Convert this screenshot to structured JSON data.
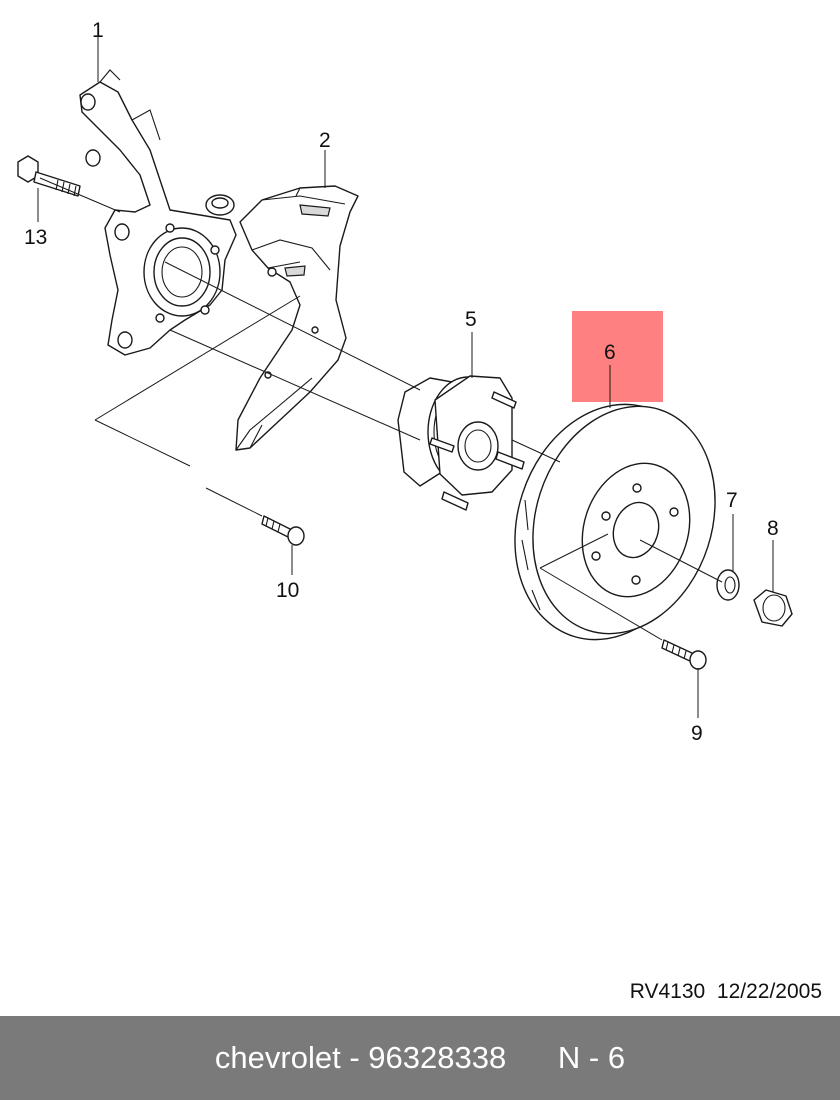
{
  "callouts": {
    "p1": "1",
    "p2": "2",
    "p5": "5",
    "p6": "6",
    "p7": "7",
    "p8": "8",
    "p9": "9",
    "p10": "10",
    "p13": "13"
  },
  "highlight_color": "#ff8080",
  "reference": {
    "code": "RV4130",
    "date": "12/22/2005"
  },
  "footer": {
    "brand": "chevrolet",
    "part_number": "96328338",
    "callout": "N - 6"
  }
}
